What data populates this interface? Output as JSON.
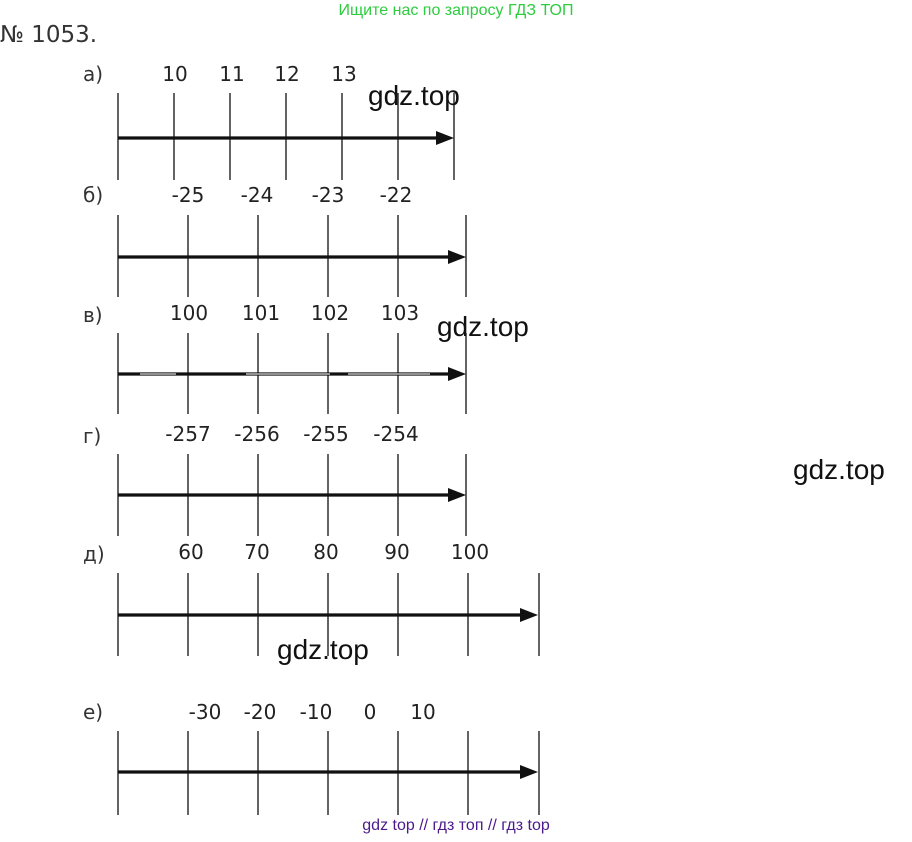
{
  "promo_text": "Ищите нас по запросу ГДЗ ТОП",
  "problem_number": "№ 1053.",
  "parts": [
    {
      "label": "а)",
      "ticks": [
        "10",
        "11",
        "12",
        "13"
      ]
    },
    {
      "label": "б)",
      "ticks": [
        "-25",
        "-24",
        "-23",
        "-22"
      ]
    },
    {
      "label": "в)",
      "ticks": [
        "100",
        "101",
        "102",
        "103"
      ]
    },
    {
      "label": "г)",
      "ticks": [
        "-257",
        "-256",
        "-255",
        "-254"
      ]
    },
    {
      "label": "д)",
      "ticks": [
        "60",
        "70",
        "80",
        "90",
        "100"
      ]
    },
    {
      "label": "е)",
      "ticks": [
        "-30",
        "-20",
        "-10",
        "0",
        "10"
      ]
    }
  ],
  "watermarks": [
    "gdz.top",
    "gdz.top",
    "gdz.top",
    "gdz.top"
  ],
  "footer_text": "gdz top  //  гдз топ  //  гдз top"
}
